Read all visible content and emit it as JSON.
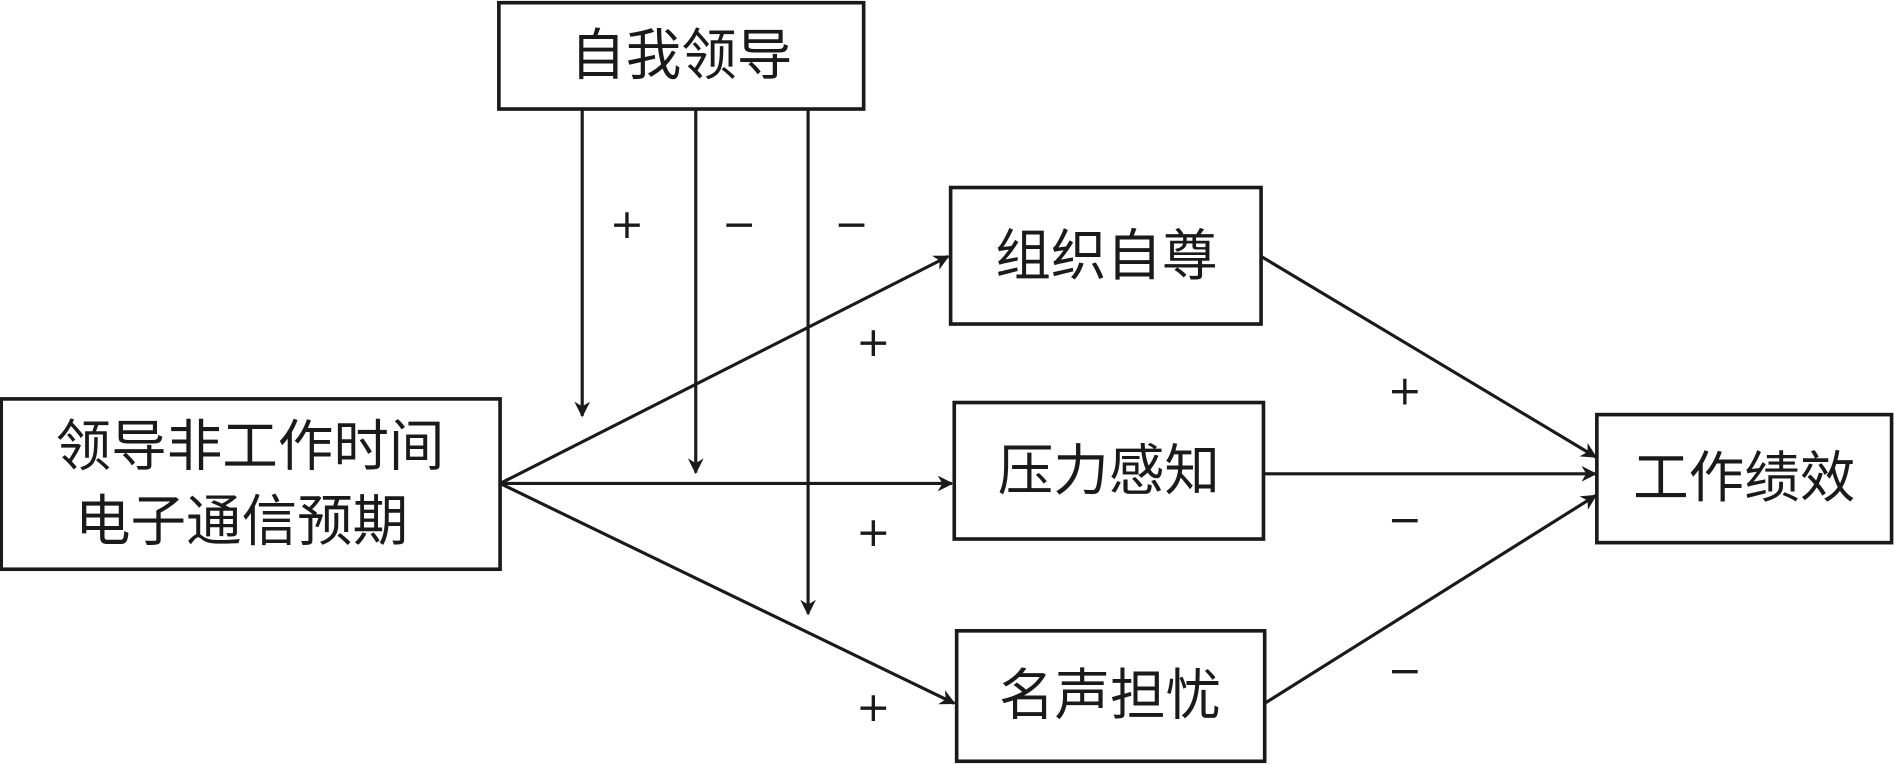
{
  "diagram": {
    "nodes": {
      "moderator": "自我领导",
      "predictor_line1": "领导非工作时间",
      "predictor_line2": "电子通信预期",
      "mediator_esteem": "组织自尊",
      "mediator_stress": "压力感知",
      "mediator_reputation": "名声担忧",
      "outcome": "工作绩效"
    },
    "moderation_signs": {
      "on_esteem_path": "+",
      "on_stress_path": "−",
      "on_reputation_path": "−"
    },
    "path_signs": {
      "predictor_to_esteem": "+",
      "predictor_to_stress": "+",
      "predictor_to_reputation": "+",
      "esteem_to_performance": "+",
      "stress_to_performance": "−",
      "reputation_to_performance": "−"
    }
  }
}
